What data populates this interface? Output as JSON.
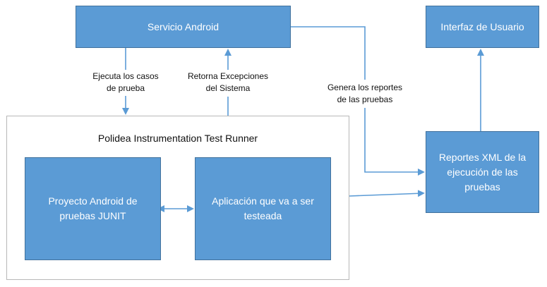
{
  "diagram": {
    "servicio": "Servicio Android",
    "interfaz": "Interfaz de Usuario",
    "runner_title": "Polidea Instrumentation Test Runner",
    "proyecto": [
      "Proyecto Android de",
      "pruebas JUNIT"
    ],
    "aplicacion": [
      "Aplicación que va a ser",
      "testeada"
    ],
    "reportes": [
      "Reportes XML de la",
      "ejecución de las",
      "pruebas"
    ],
    "edge_ejecuta": [
      "Ejecuta los casos",
      "de prueba"
    ],
    "edge_retorna": [
      "Retorna Excepciones",
      "del Sistema"
    ],
    "edge_genera": [
      "Genera los reportes",
      "de las pruebas"
    ]
  },
  "colors": {
    "box_fill": "#5b9bd5",
    "box_border": "#41719c",
    "arrow": "#5b9bd5",
    "container_border": "#b8b8b8"
  }
}
